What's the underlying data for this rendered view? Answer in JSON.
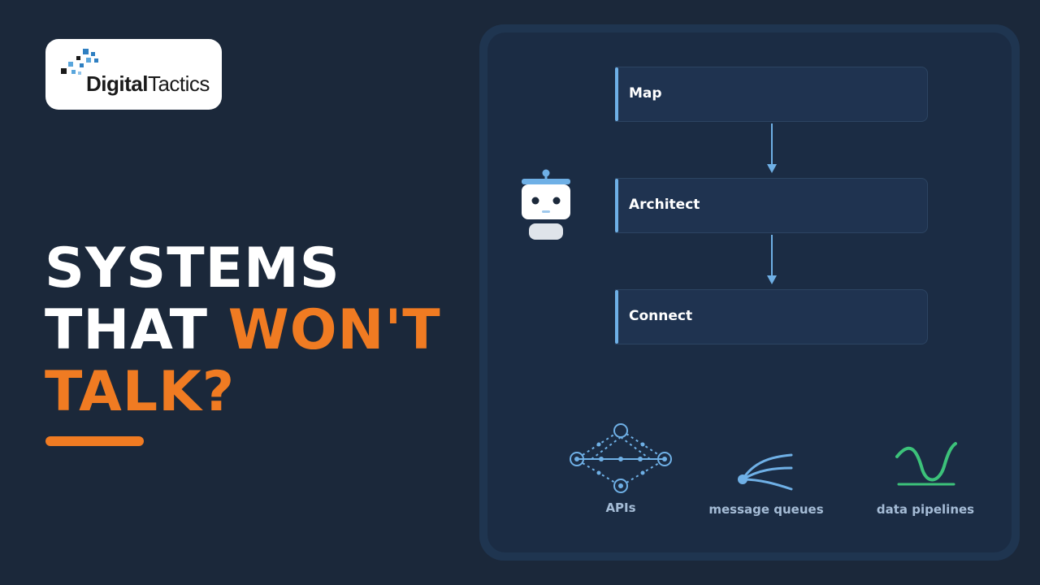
{
  "logo": {
    "word_bold": "Digital",
    "word_light": "Tactics"
  },
  "headline": {
    "line1": "SYSTEMS",
    "line2_white": "THAT",
    "line2_accent": "WON'T",
    "line3_accent": "TALK?"
  },
  "steps": [
    {
      "label": "Map"
    },
    {
      "label": "Architect"
    },
    {
      "label": "Connect"
    }
  ],
  "integrations": [
    {
      "label": "APIs",
      "icon": "network-graph-icon"
    },
    {
      "label": "message queues",
      "icon": "queue-lines-icon"
    },
    {
      "label": "data pipelines",
      "icon": "wave-pipeline-icon"
    }
  ],
  "colors": {
    "background": "#1b283a",
    "accent_orange": "#f07b22",
    "accent_blue": "#6fb0e6",
    "accent_green": "#3cc27a",
    "caption": "#a5bcd6"
  }
}
